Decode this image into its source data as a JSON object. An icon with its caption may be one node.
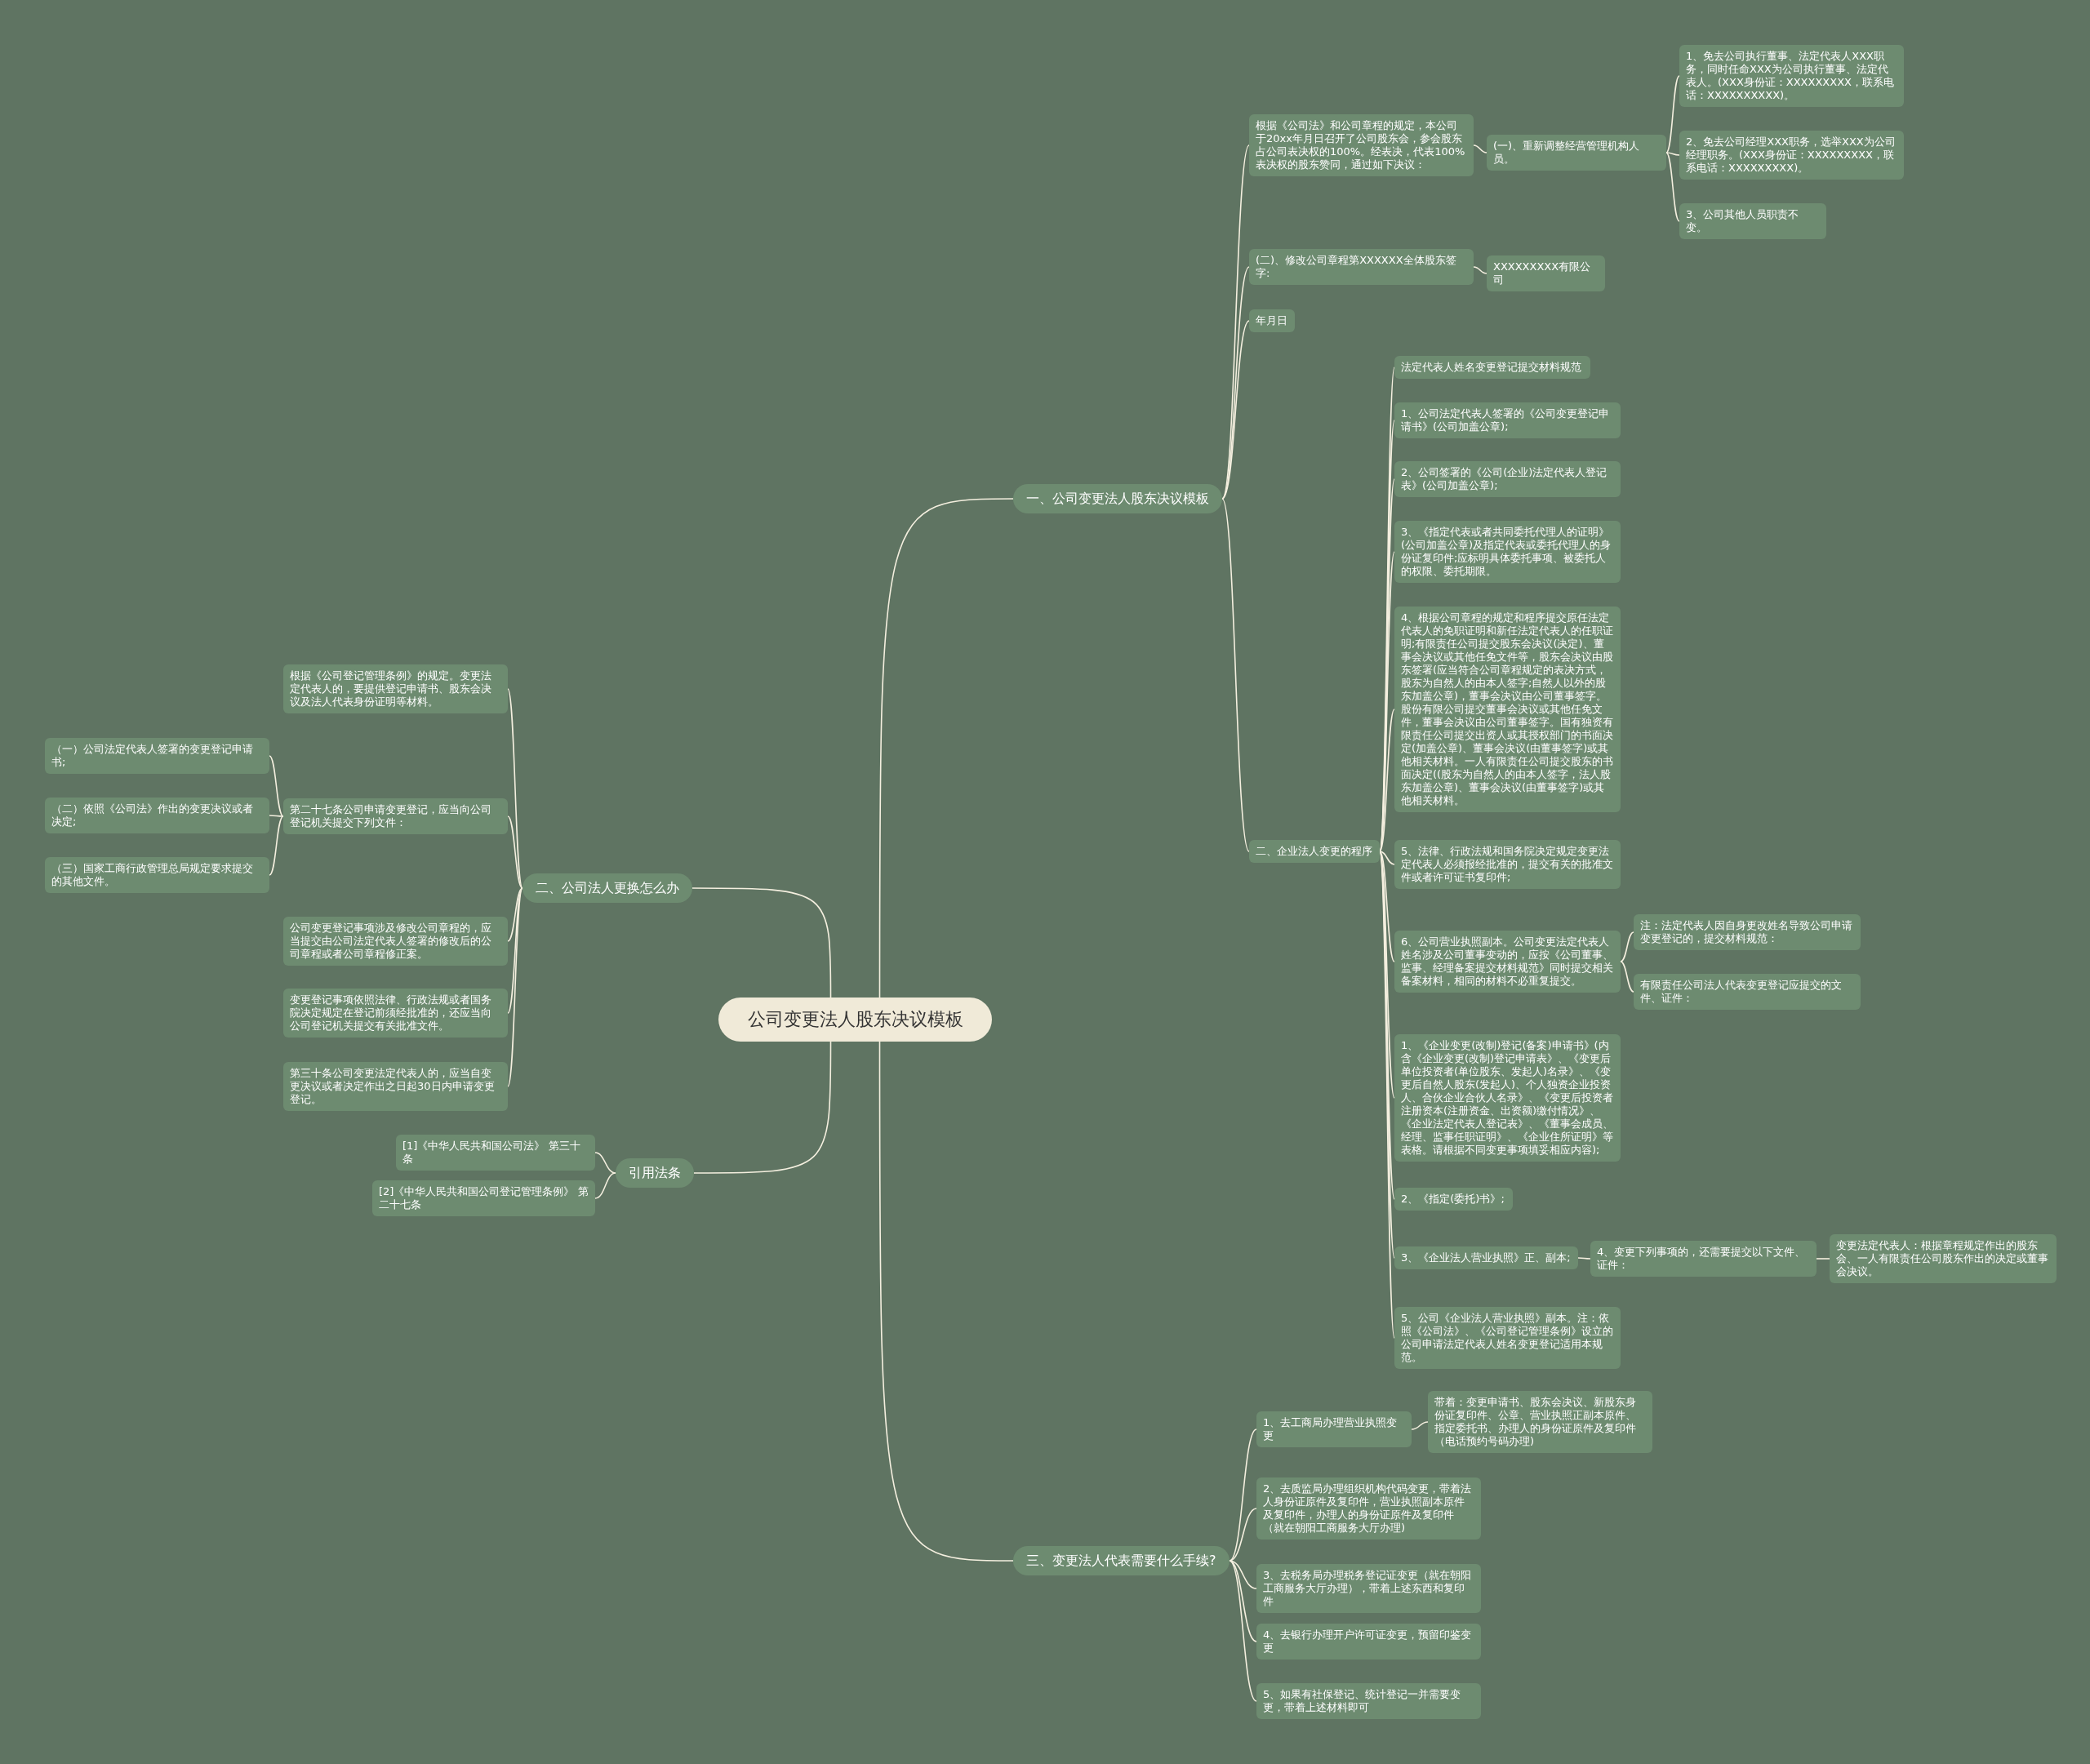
{
  "diagram": {
    "nodes": [
      {
        "text": [
          "公司变更法人股东决议模板"
        ]
      },
      {
        "text": [
          "一、公司变更法人股东决议模板"
        ]
      },
      {
        "text": [
          "根据《公司法》和公司章程的规定，本公司于20xx年月日召开了公司股东会，参会股东占公司表决权的100%。经表决，代表100%表决权的股东赞同，通过如下决议："
        ]
      },
      {
        "text": [
          "(一)、重新调整经营管理机构人员。"
        ]
      },
      {
        "text": [
          "1、免去公司执行董事、法定代表人XXX职务，同时任命XXX为公司执行董事、法定代表人。(XXX身份证：XXXXXXXXX，联系电话：XXXXXXXXXX)。"
        ]
      },
      {
        "text": [
          "2、免去公司经理XXX职务，选举XXX为公司经理职务。(XXX身份证：XXXXXXXXX，联系电话：XXXXXXXXX)。"
        ]
      },
      {
        "text": [
          "3、公司其他人员职责不变。"
        ]
      },
      {
        "text": [
          "(二)、修改公司章程第XXXXXX全体股东签字:"
        ]
      },
      {
        "text": [
          "XXXXXXXXX有限公司"
        ]
      },
      {
        "text": [
          "年月日"
        ]
      },
      {
        "text": [
          "二、企业法人变更的程序"
        ]
      },
      {
        "text": [
          "法定代表人姓名变更登记提交材料规范"
        ]
      },
      {
        "text": [
          "1、公司法定代表人签署的《公司变更登记申请书》(公司加盖公章);"
        ]
      },
      {
        "text": [
          "2、公司签署的《公司(企业)法定代表人登记表》(公司加盖公章);"
        ]
      },
      {
        "text": [
          "3、《指定代表或者共同委托代理人的证明》(公司加盖公章)及指定代表或委托代理人的身份证复印件;应标明具体委托事项、被委托人的权限、委托期限。"
        ]
      },
      {
        "text": [
          "4、根据公司章程的规定和程序提交原任法定代表人的免职证明和新任法定代表人的任职证明;有限责任公司提交股东会决议(决定)、董事会决议或其他任免文件等，股东会决议由股东签署(应当符合公司章程规定的表决方式，股东为自然人的由本人签字;自然人以外的股东加盖公章)，董事会决议由公司董事签字。股份有限公司提交董事会决议或其他任免文件，董事会决议由公司董事签字。国有独资有限责任公司提交出资人或其授权部门的书面决定(加盖公章)、董事会决议(由董事签字)或其他相关材料。一人有限责任公司提交股东的书面决定((股东为自然人的由本人签字，法人股东加盖公章)、董事会决议(由董事签字)或其他相关材料。"
        ]
      },
      {
        "text": [
          "5、法律、行政法规和国务院决定规定变更法定代表人必须报经批准的，提交有关的批准文件或者许可证书复印件;"
        ]
      },
      {
        "text": [
          "6、公司营业执照副本。公司变更法定代表人姓名涉及公司董事变动的，应按《公司董事、监事、经理备案提交材料规范》同时提交相关备案材料，相同的材料不必重复提交。"
        ]
      },
      {
        "text": [
          "注：法定代表人因自身更改姓名导致公司申请变更登记的，提交材料规范："
        ]
      },
      {
        "text": [
          "有限责任公司法人代表变更登记应提交的文件、证件："
        ]
      },
      {
        "text": [
          "1、《企业变更(改制)登记(备案)申请书》(内含《企业变更(改制)登记申请表》、《变更后单位投资者(单位股东、发起人)名录》、《变更后自然人股东(发起人)、个人独资企业投资人、合伙企业合伙人名录》、《变更后投资者注册资本(注册资金、出资额)缴付情况》、《企业法定代表人登记表》、《董事会成员、经理、监事任职证明》、《企业住所证明》等表格。请根据不同变更事项填妥相应内容);"
        ]
      },
      {
        "text": [
          "2、《指定(委托)书》;"
        ]
      },
      {
        "text": [
          "3、《企业法人营业执照》正、副本;"
        ]
      },
      {
        "text": [
          "4、变更下列事项的，还需要提交以下文件、证件："
        ]
      },
      {
        "text": [
          "变更法定代表人：根据章程规定作出的股东会、一人有限责任公司股东作出的决定或董事会决议。"
        ]
      },
      {
        "text": [
          "5、公司《企业法人营业执照》副本。注：依照《公司法》、《公司登记管理条例》设立的公司申请法定代表人姓名变更登记适用本规范。"
        ]
      },
      {
        "text": [
          "三、变更法人代表需要什么手续?"
        ]
      },
      {
        "text": [
          "1、去工商局办理营业执照变更"
        ]
      },
      {
        "text": [
          "带着：变更申请书、股东会决议、新股东身份证复印件、公章、营业执照正副本原件、指定委托书、办理人的身份证原件及复印件（电话预约号码办理)"
        ]
      },
      {
        "text": [
          "2、去质监局办理组织机构代码变更，带着法人身份证原件及复印件，营业执照副本原件及复印件，办理人的身份证原件及复印件（就在朝阳工商服务大厅办理)"
        ]
      },
      {
        "text": [
          "3、去税务局办理税务登记证变更（就在朝阳工商服务大厅办理），带着上述东西和复印件"
        ]
      },
      {
        "text": [
          "4、去银行办理开户许可证变更，预留印鉴变更"
        ]
      },
      {
        "text": [
          "5、如果有社保登记、统计登记一并需要变更，带着上述材料即可"
        ]
      },
      {
        "text": [
          "二、公司法人更换怎么办"
        ]
      },
      {
        "text": [
          "根据《公司登记管理条例》的规定。变更法定代表人的，要提供登记申请书、股东会决议及法人代表身份证明等材料。"
        ]
      },
      {
        "text": [
          "第二十七条公司申请变更登记，应当向公司登记机关提交下列文件："
        ]
      },
      {
        "text": [
          "（一）公司法定代表人签署的变更登记申请书;"
        ]
      },
      {
        "text": [
          "（二）依照《公司法》作出的变更决议或者决定;"
        ]
      },
      {
        "text": [
          "（三）国家工商行政管理总局规定要求提交的其他文件。"
        ]
      },
      {
        "text": [
          "公司变更登记事项涉及修改公司章程的，应当提交由公司法定代表人签署的修改后的公司章程或者公司章程修正案。"
        ]
      },
      {
        "text": [
          "变更登记事项依照法律、行政法规或者国务院决定规定在登记前须经批准的，还应当向公司登记机关提交有关批准文件。"
        ]
      },
      {
        "text": [
          "第三十条公司变更法定代表人的，应当自变更决议或者决定作出之日起30日内申请变更登记。"
        ]
      },
      {
        "text": [
          "引用法条"
        ]
      },
      {
        "text": [
          "[1]《中华人民共和国公司法》 第三十条"
        ]
      },
      {
        "text": [
          "[2]《中华人民共和国公司登记管理条例》 第二十七条"
        ]
      }
    ],
    "edges": [
      {
        "from": 0,
        "to": 1,
        "arrow": "none"
      },
      {
        "from": 1,
        "to": 2,
        "arrow": "none"
      },
      {
        "from": 2,
        "to": 3,
        "arrow": "none"
      },
      {
        "from": 3,
        "to": 4,
        "arrow": "none"
      },
      {
        "from": 3,
        "to": 5,
        "arrow": "none"
      },
      {
        "from": 3,
        "to": 6,
        "arrow": "none"
      },
      {
        "from": 1,
        "to": 7,
        "arrow": "none"
      },
      {
        "from": 7,
        "to": 8,
        "arrow": "none"
      },
      {
        "from": 1,
        "to": 9,
        "arrow": "none"
      },
      {
        "from": 1,
        "to": 10,
        "arrow": "none"
      },
      {
        "from": 10,
        "to": 11,
        "arrow": "none"
      },
      {
        "from": 10,
        "to": 12,
        "arrow": "none"
      },
      {
        "from": 10,
        "to": 13,
        "arrow": "none"
      },
      {
        "from": 10,
        "to": 14,
        "arrow": "none"
      },
      {
        "from": 10,
        "to": 15,
        "arrow": "none"
      },
      {
        "from": 10,
        "to": 16,
        "arrow": "none"
      },
      {
        "from": 10,
        "to": 17,
        "arrow": "none"
      },
      {
        "from": 17,
        "to": 18,
        "arrow": "none"
      },
      {
        "from": 17,
        "to": 19,
        "arrow": "none"
      },
      {
        "from": 10,
        "to": 20,
        "arrow": "none"
      },
      {
        "from": 10,
        "to": 21,
        "arrow": "none"
      },
      {
        "from": 10,
        "to": 22,
        "arrow": "none"
      },
      {
        "from": 22,
        "to": 23,
        "arrow": "none"
      },
      {
        "from": 23,
        "to": 24,
        "arrow": "none"
      },
      {
        "from": 10,
        "to": 25,
        "arrow": "none"
      },
      {
        "from": 0,
        "to": 26,
        "arrow": "none"
      },
      {
        "from": 26,
        "to": 27,
        "arrow": "none"
      },
      {
        "from": 27,
        "to": 28,
        "arrow": "none"
      },
      {
        "from": 26,
        "to": 29,
        "arrow": "none"
      },
      {
        "from": 26,
        "to": 30,
        "arrow": "none"
      },
      {
        "from": 26,
        "to": 31,
        "arrow": "none"
      },
      {
        "from": 26,
        "to": 32,
        "arrow": "none"
      },
      {
        "from": 0,
        "to": 33,
        "arrow": "none"
      },
      {
        "from": 33,
        "to": 34,
        "arrow": "none"
      },
      {
        "from": 33,
        "to": 35,
        "arrow": "none"
      },
      {
        "from": 35,
        "to": 36,
        "arrow": "none"
      },
      {
        "from": 35,
        "to": 37,
        "arrow": "none"
      },
      {
        "from": 35,
        "to": 38,
        "arrow": "none"
      },
      {
        "from": 33,
        "to": 39,
        "arrow": "none"
      },
      {
        "from": 33,
        "to": 40,
        "arrow": "none"
      },
      {
        "from": 33,
        "to": 41,
        "arrow": "none"
      },
      {
        "from": 0,
        "to": 42,
        "arrow": "none"
      },
      {
        "from": 42,
        "to": 43,
        "arrow": "none"
      },
      {
        "from": 42,
        "to": 44,
        "arrow": "none"
      }
    ]
  }
}
